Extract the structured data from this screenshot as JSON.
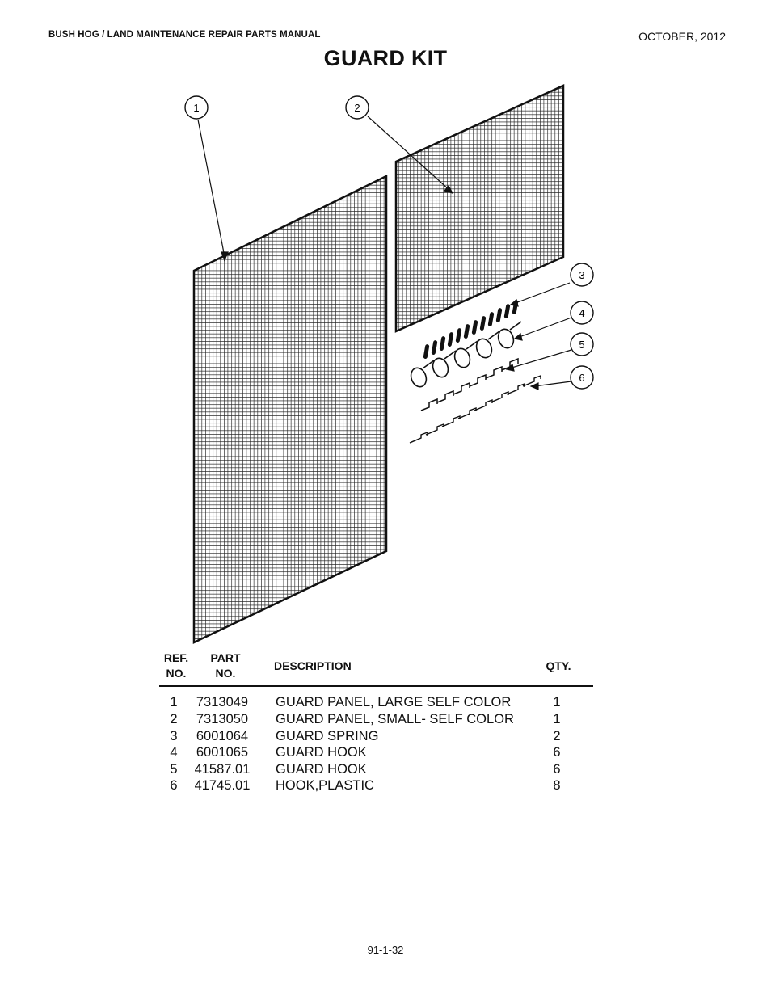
{
  "header": {
    "manual_title": "BUSH HOG / LAND MAINTENANCE REPAIR PARTS MANUAL",
    "date": "OCTOBER, 2012"
  },
  "page_title": "GUARD KIT",
  "diagram": {
    "callouts": [
      "1",
      "2",
      "3",
      "4",
      "5",
      "6"
    ]
  },
  "table": {
    "headers": {
      "ref_line1": "REF.",
      "ref_line2": "NO.",
      "part_line1": "PART",
      "part_line2": "NO.",
      "description": "DESCRIPTION",
      "qty": "QTY."
    },
    "rows": [
      {
        "ref": "1",
        "part": "7313049",
        "description": "GUARD PANEL, LARGE SELF COLOR",
        "qty": "1"
      },
      {
        "ref": "2",
        "part": "7313050",
        "description": "GUARD PANEL, SMALL- SELF COLOR",
        "qty": "1"
      },
      {
        "ref": "3",
        "part": "6001064",
        "description": "GUARD SPRING",
        "qty": "2"
      },
      {
        "ref": "4",
        "part": "6001065",
        "description": "GUARD HOOK",
        "qty": "6"
      },
      {
        "ref": "5",
        "part": "41587.01",
        "description": "GUARD HOOK",
        "qty": "6"
      },
      {
        "ref": "6",
        "part": "41745.01",
        "description": "HOOK,PLASTIC",
        "qty": "8"
      }
    ]
  },
  "footer": {
    "page_number": "91-1-32"
  }
}
